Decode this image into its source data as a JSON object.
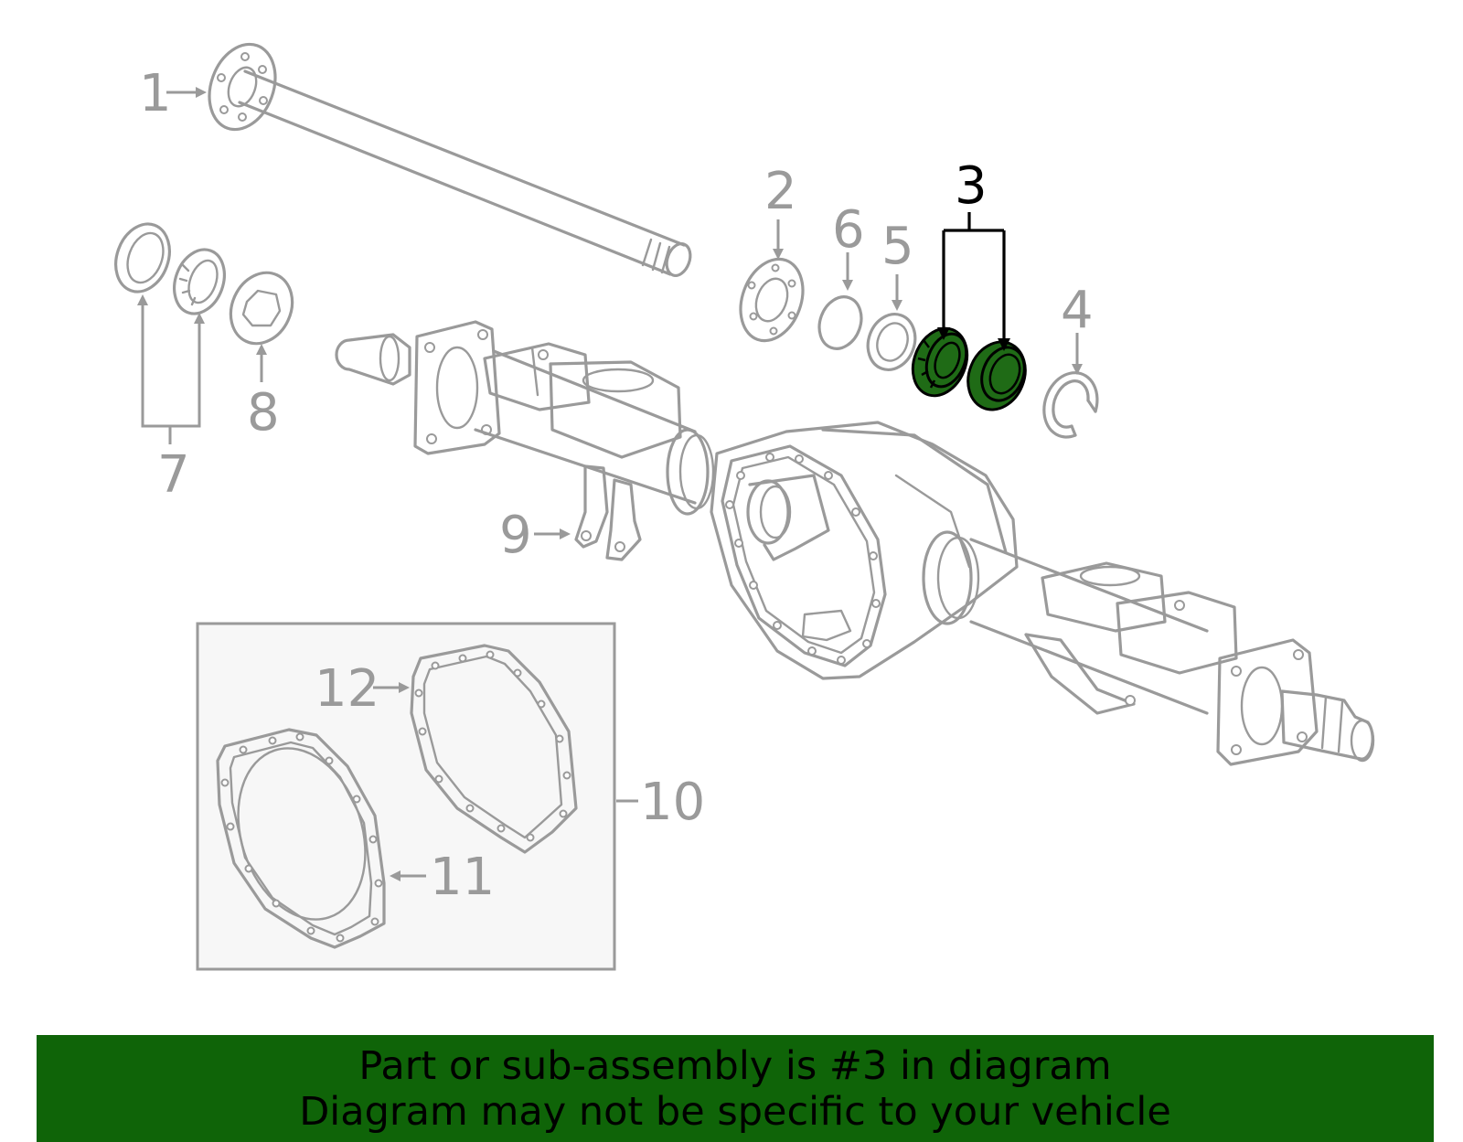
{
  "diagram": {
    "highlighted_part": "3",
    "highlight_color": "#1f6b16",
    "line_color": "#9a9a9a",
    "callouts": [
      {
        "id": "c1",
        "label": "1"
      },
      {
        "id": "c2",
        "label": "2"
      },
      {
        "id": "c3",
        "label": "3"
      },
      {
        "id": "c4",
        "label": "4"
      },
      {
        "id": "c5",
        "label": "5"
      },
      {
        "id": "c6",
        "label": "6"
      },
      {
        "id": "c7",
        "label": "7"
      },
      {
        "id": "c8",
        "label": "8"
      },
      {
        "id": "c9",
        "label": "9"
      },
      {
        "id": "c10",
        "label": "10"
      },
      {
        "id": "c11",
        "label": "11"
      },
      {
        "id": "c12",
        "label": "12"
      }
    ]
  },
  "footer": {
    "background_color": "#0f6408",
    "line1": "Part or sub-assembly is #3 in diagram",
    "line2": "Diagram may not be specific to your vehicle"
  }
}
